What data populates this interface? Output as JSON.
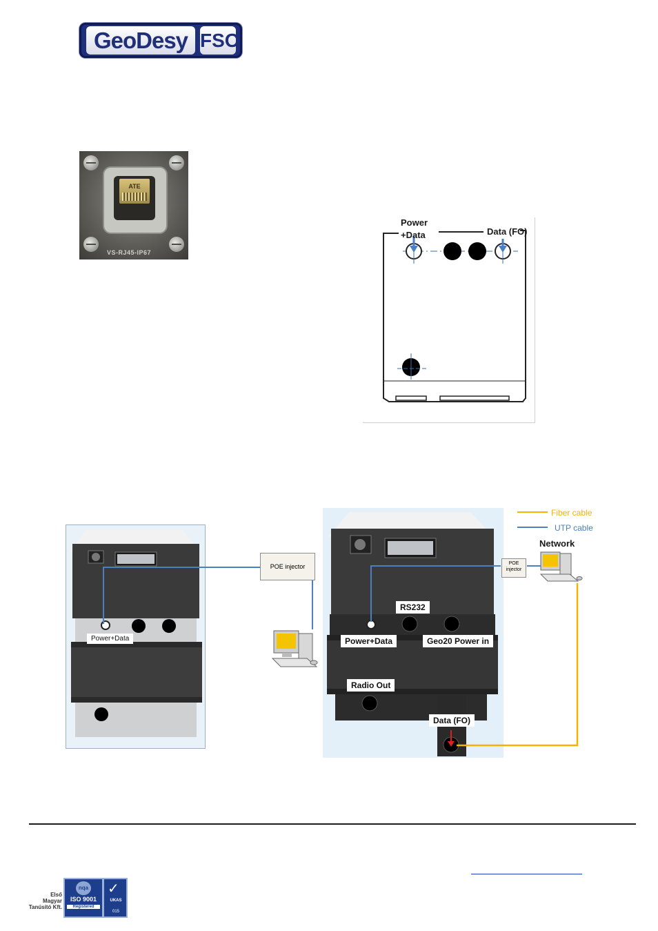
{
  "logo": {
    "primary": "GeoDesy",
    "secondary": "FSO"
  },
  "photo": {
    "label": "VS-RJ45-IP67",
    "jack_text": "ATE"
  },
  "drawing": {
    "label_power": "Power",
    "label_power2": "+Data",
    "label_data_fo": "Data (FO)"
  },
  "diagram": {
    "left": {
      "poe_injector": "POE injector",
      "power_data": "Power+Data"
    },
    "right": {
      "poe_injector_line1": "POE",
      "poe_injector_line2": "injector",
      "network": "Network",
      "rs232": "RS232",
      "power_data": "Power+Data",
      "geo20_power_in": "Geo20 Power in",
      "radio_out": "Radio Out",
      "data_fo": "Data (FO)"
    },
    "legend": [
      {
        "label": "Fiber cable",
        "color": "#f5b301"
      },
      {
        "label": "UTP cable",
        "color": "#4a7fc1"
      }
    ]
  },
  "footer": {
    "cert_text_line1": "Első",
    "cert_text_line2": "Magyar",
    "cert_text_line3": "Tanúsító Kft.",
    "nqa": "nqa",
    "iso": "ISO 9001",
    "registered": "Registered",
    "ukas": "UKAS",
    "ukas_num": "015"
  }
}
